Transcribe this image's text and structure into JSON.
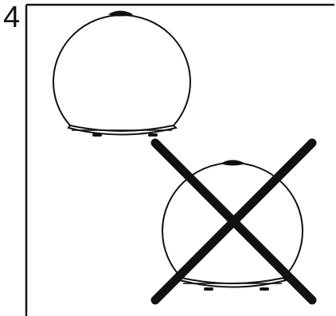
{
  "step": {
    "number": "4"
  },
  "figure": {
    "correct_example": {
      "object": "speaker-sphere",
      "state": "upright"
    },
    "incorrect_example": {
      "object": "speaker-sphere",
      "mark": "cross-out-x"
    },
    "colors": {
      "stroke": "#111111",
      "background": "#ffffff"
    }
  }
}
